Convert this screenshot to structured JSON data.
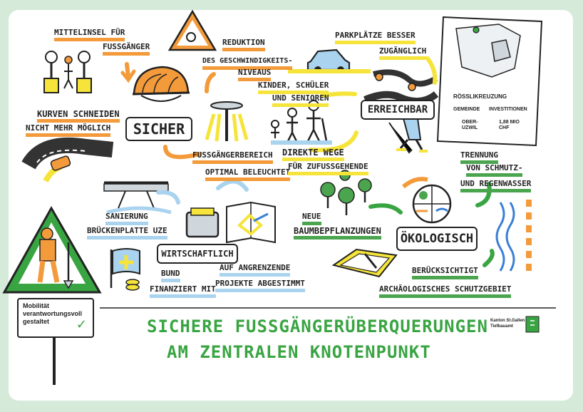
{
  "labels": {
    "mittelinsel": "MITTELINSEL FÜR",
    "fussganger": "FUSSGÄNGER",
    "reduktion": "REDUKTION",
    "geschwindigkeit": "DES GESCHWINDIGKEITS-",
    "niveaus": "NIVEAUS",
    "parkplaetze": "PARKPLÄTZE BESSER",
    "zugaenglich": "ZUGÄNGLICH",
    "kinder": "KINDER, SCHÜLER",
    "senioren": "UND SENIOREN",
    "kurven": "KURVEN SCHNEIDEN",
    "nicht_moeglich": "NICHT MEHR MÖGLICH",
    "fussgaengerbereich": "FUSSGÄNGERBEREICH",
    "beleuchtet": "OPTIMAL BELEUCHTET",
    "direkte_wege": "DIREKTE WEGE",
    "zufussgehende": "FÜR ZUFUSSGEHENDE",
    "trennung": "TRENNUNG",
    "schmutz": "VON SCHMUTZ-",
    "regenwasser": "UND REGENWASSER",
    "sanierung": "SANIERUNG",
    "brueckenplatte": "BRÜCKENPLATTE UZE",
    "neue": "NEUE",
    "baumbepflanzungen": "BAUMBEPFLANZUNGEN",
    "bund": "BUND",
    "finanziert": "FINANZIERT MIT",
    "angrenzende": "AUF ANGRENZENDE",
    "projekte": "PROJEKTE ABGESTIMMT",
    "beruecksichtigt": "BERÜCKSICHTIGT",
    "archaeologisch": "ARCHÄOLOGISCHES SCHUTZGEBIET"
  },
  "boxes": {
    "sicher": "SICHER",
    "erreichbar": "ERREICHBAR",
    "wirtschaftlich": "WIRTSCHAFTLICH",
    "oekologisch": "ÖKOLOGISCH"
  },
  "map_card": {
    "title": "RÖSSLIKREUZUNG",
    "col_gemeinde": "GEMEINDE",
    "col_investitionen": "INVESTITIONEN",
    "gemeinde_value": "OBER-UZWIL",
    "investition_value": "1,88 MIO CHF"
  },
  "sign": {
    "line1": "Mobilität",
    "line2": "verantwortungsvoll",
    "line3": "gestaltet"
  },
  "title": {
    "line1": "SICHERE FUSSGÄNGERÜBERQUERUNGEN",
    "line2": "AM ZENTRALEN KNOTENPUNKT"
  },
  "footer": {
    "kanton": "Kanton St.Gallen",
    "tiefbauamt": "Tiefbauamt"
  },
  "colors": {
    "frame": "#d5ead9",
    "title_green": "#39a442",
    "orange": "#f39a3a",
    "yellow": "#f6e43a",
    "green": "#4aa54e",
    "blue": "#a9d3ee"
  }
}
